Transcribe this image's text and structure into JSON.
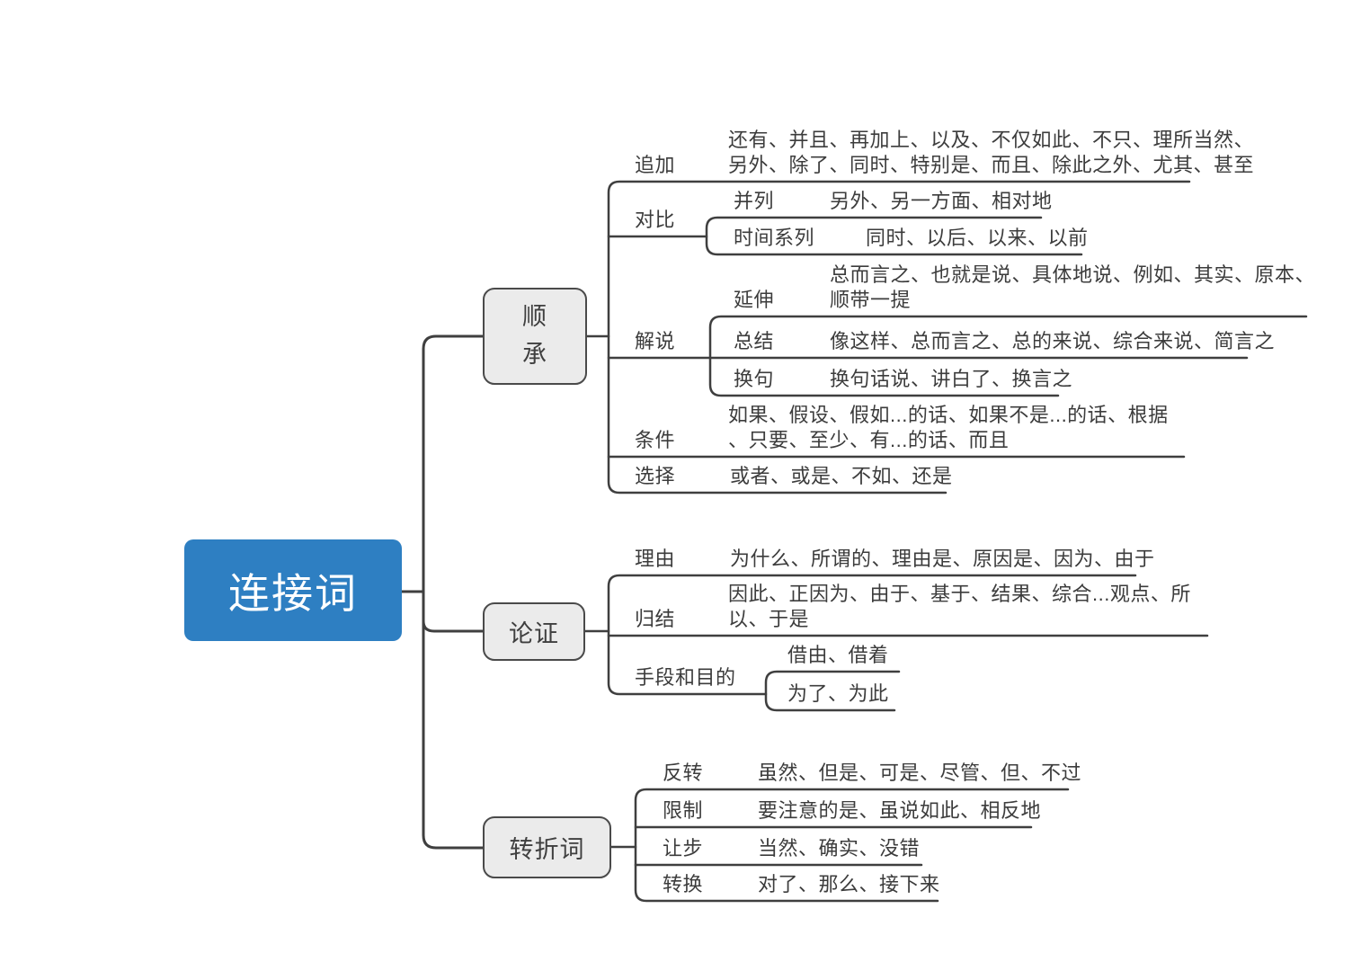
{
  "root": {
    "label": "连接词"
  },
  "colors": {
    "root_bg": "#2e7fc2",
    "root_text": "#ffffff",
    "branch_box_bg": "#ebebeb",
    "line": "#3f3f3f",
    "text": "#3c3c3c"
  },
  "branches": [
    {
      "label": "顺承",
      "children": [
        {
          "label": "追加",
          "keywords": "还有、并且、再加上、以及、不仅如此、不只、理所当然、另外、除了、同时、特别是、而且、除此之外、尤其、甚至"
        },
        {
          "label": "对比",
          "children": [
            {
              "label": "并列",
              "keywords": "另外、另一方面、相对地"
            },
            {
              "label": "时间系列",
              "keywords": "同时、以后、以来、以前"
            }
          ]
        },
        {
          "label": "解说",
          "children": [
            {
              "label": "延伸",
              "keywords": "总而言之、也就是说、具体地说、例如、其实、原本、顺带一提"
            },
            {
              "label": "总结",
              "keywords": "像这样、总而言之、总的来说、综合来说、简言之"
            },
            {
              "label": "换句",
              "keywords": "换句话说、讲白了、换言之"
            }
          ]
        },
        {
          "label": "条件",
          "keywords": "如果、假设、假如...的话、如果不是...的话、根据、只要、至少、有...的话、而且"
        },
        {
          "label": "选择",
          "keywords": "或者、或是、不如、还是"
        }
      ]
    },
    {
      "label": "论证",
      "children": [
        {
          "label": "理由",
          "keywords": "为什么、所谓的、理由是、原因是、因为、由于"
        },
        {
          "label": "归结",
          "keywords": "因此、正因为、由于、基于、结果、综合...观点、所以、于是"
        },
        {
          "label": "手段和目的",
          "children": [
            {
              "keywords": "借由、借着"
            },
            {
              "keywords": "为了、为此"
            }
          ]
        }
      ]
    },
    {
      "label": "转折词",
      "children": [
        {
          "label": "反转",
          "keywords": "虽然、但是、可是、尽管、但、不过"
        },
        {
          "label": "限制",
          "keywords": "要注意的是、虽说如此、相反地"
        },
        {
          "label": "让步",
          "keywords": "当然、确实、没错"
        },
        {
          "label": "转换",
          "keywords": "对了、那么、接下来"
        }
      ]
    }
  ]
}
